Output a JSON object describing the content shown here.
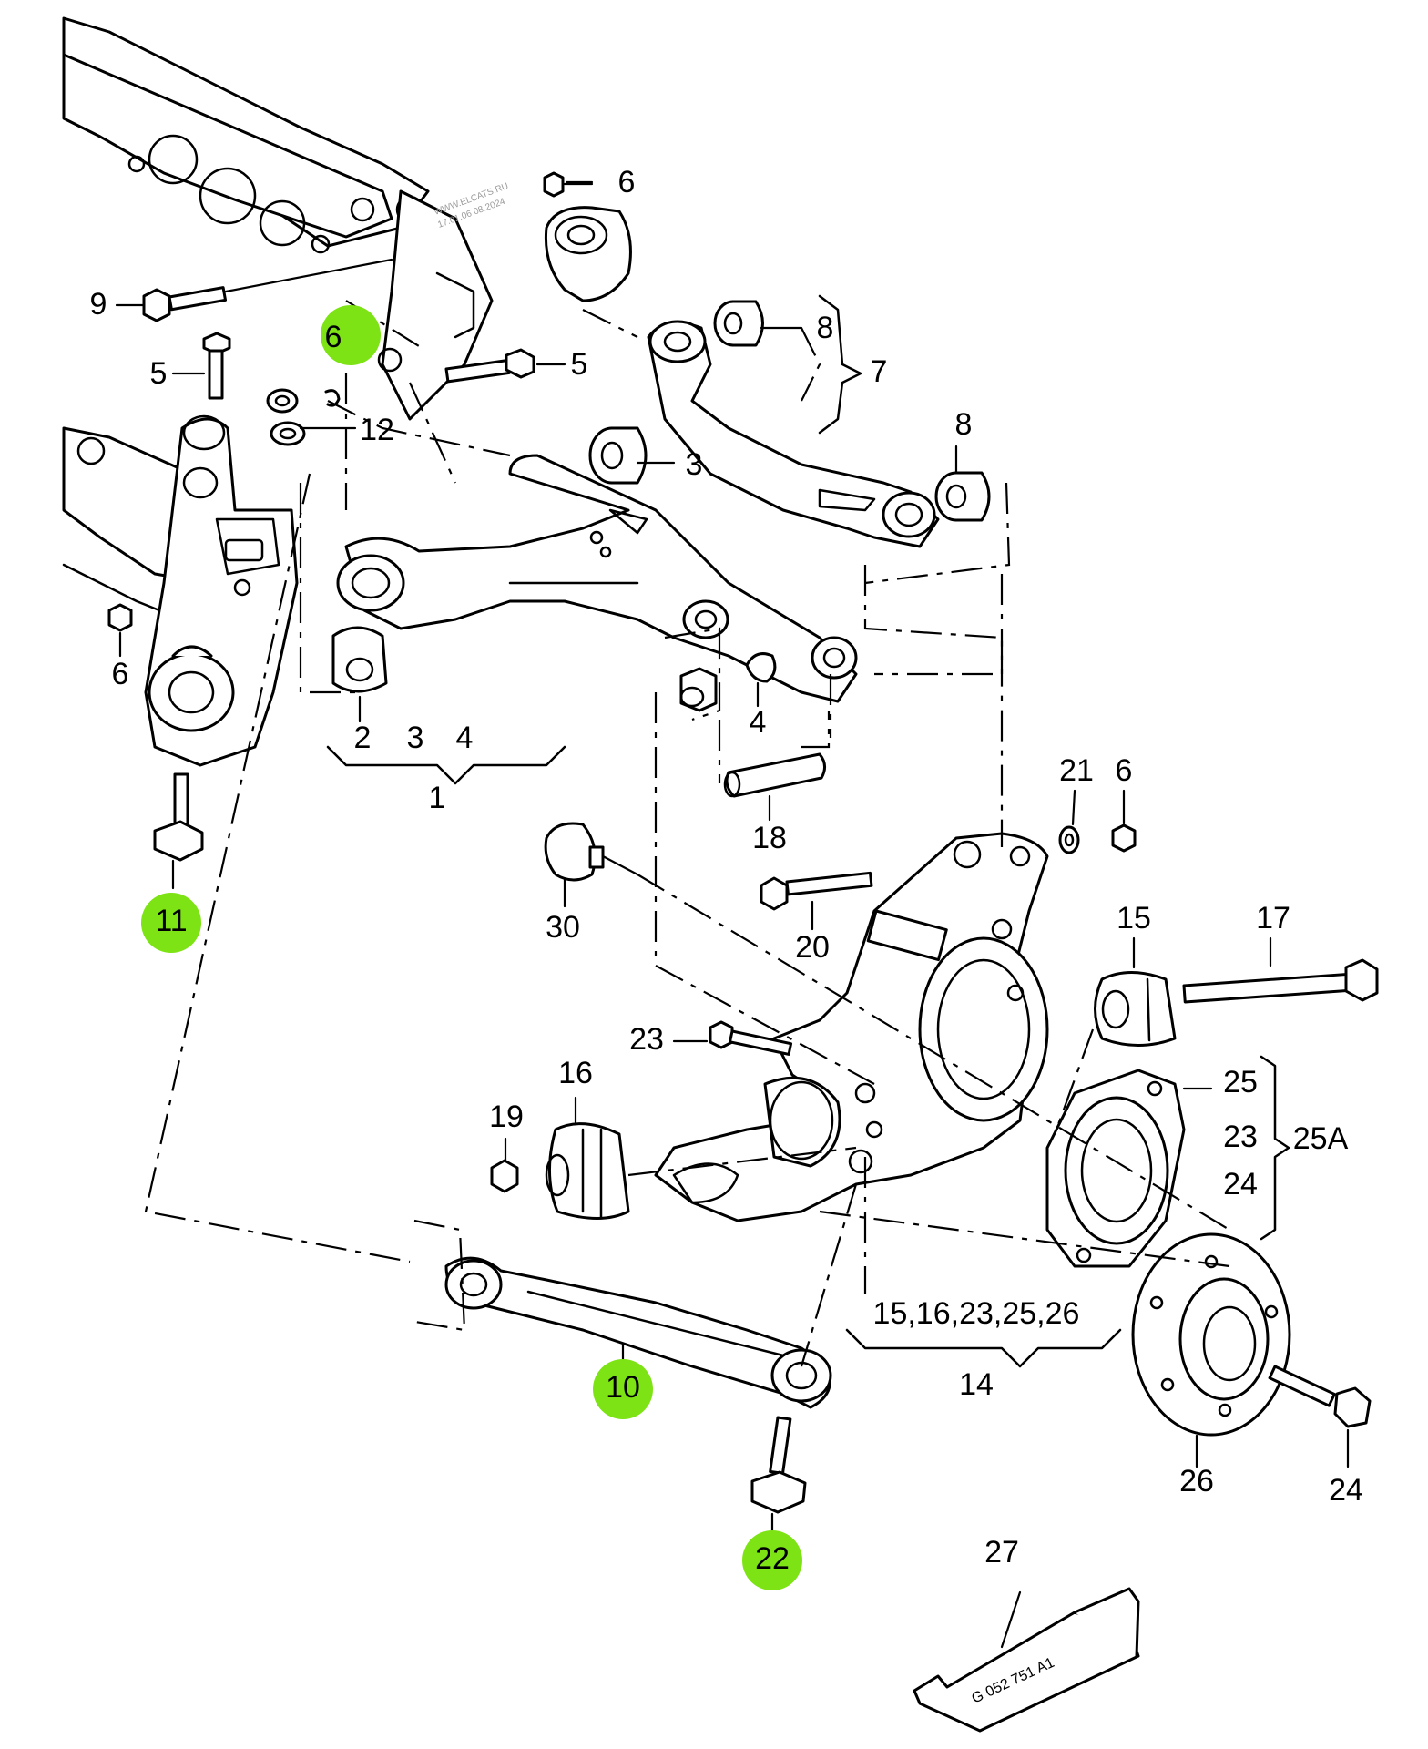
{
  "highlight_color": "#7de314",
  "watermark": [
    "WWW.ELCATS.RU",
    "17.01.06 08.2024"
  ],
  "tube_marking": "G 052 751 A1",
  "labels": {
    "l6_top": "6",
    "l9": "9",
    "l6_hl": "6",
    "l5_left": "5",
    "l5_mid": "5",
    "l12": "12",
    "l8_top": "8",
    "l7": "7",
    "l3_right": "3",
    "l8_right": "8",
    "l6_left": "6",
    "l2": "2",
    "l3": "3",
    "l4_left": "4",
    "l1": "1",
    "l4_right": "4",
    "l11": "11",
    "l18": "18",
    "l30": "30",
    "l21": "21",
    "l6_right": "6",
    "l20": "20",
    "l15": "15",
    "l17": "17",
    "l23_left": "23",
    "l16": "16",
    "l19": "19",
    "l25": "25",
    "l23_group": "23",
    "l24_group": "24",
    "l25a": "25A",
    "l10": "10",
    "l14_list": "15,16,23,25,26",
    "l14": "14",
    "l22": "22",
    "l26": "26",
    "l24": "24",
    "l27": "27"
  }
}
